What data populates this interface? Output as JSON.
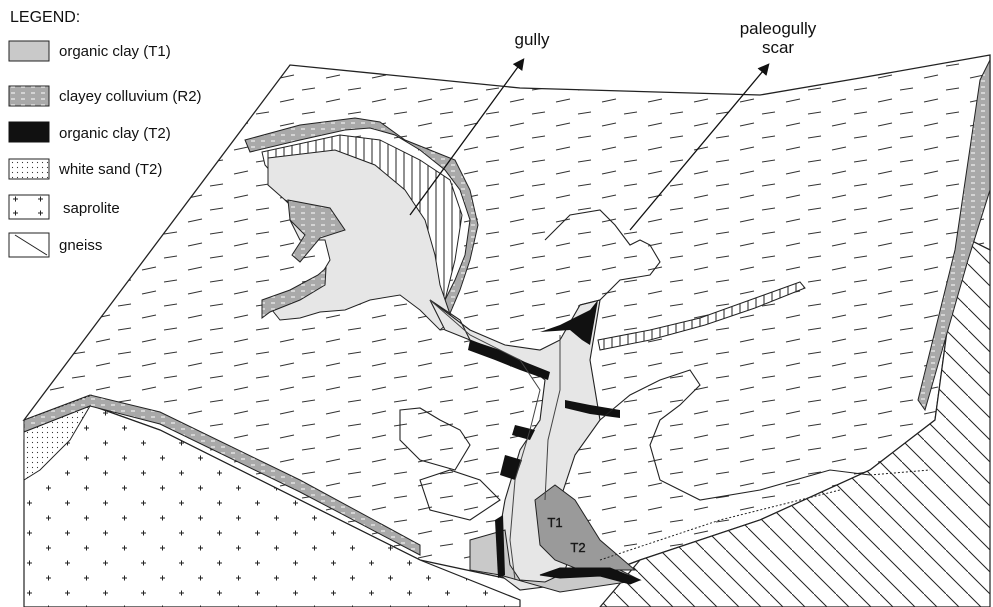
{
  "legend": {
    "title": "LEGEND:",
    "items": [
      {
        "label": "organic clay (T1)",
        "swatch": "organic-clay-t1"
      },
      {
        "label": "clayey colluvium (R2)",
        "swatch": "clayey-colluvium-r2"
      },
      {
        "label": "organic clay (T2)",
        "swatch": "organic-clay-t2"
      },
      {
        "label": "white sand (T2)",
        "swatch": "white-sand-t2"
      },
      {
        "label": "saprolite",
        "swatch": "saprolite"
      },
      {
        "label": "gneiss",
        "swatch": "gneiss"
      }
    ]
  },
  "labels": {
    "gully": "gully",
    "paleogully_line1": "paleogully",
    "paleogully_line2": "scar",
    "t1": "T1",
    "t2": "T2"
  },
  "colors": {
    "organic_clay_t1": "#c9c9c9",
    "clayey_colluvium": "#a9a9a9",
    "organic_clay_t2": "#111111",
    "gully_fill": "#e6e6e6",
    "line": "#222222"
  }
}
